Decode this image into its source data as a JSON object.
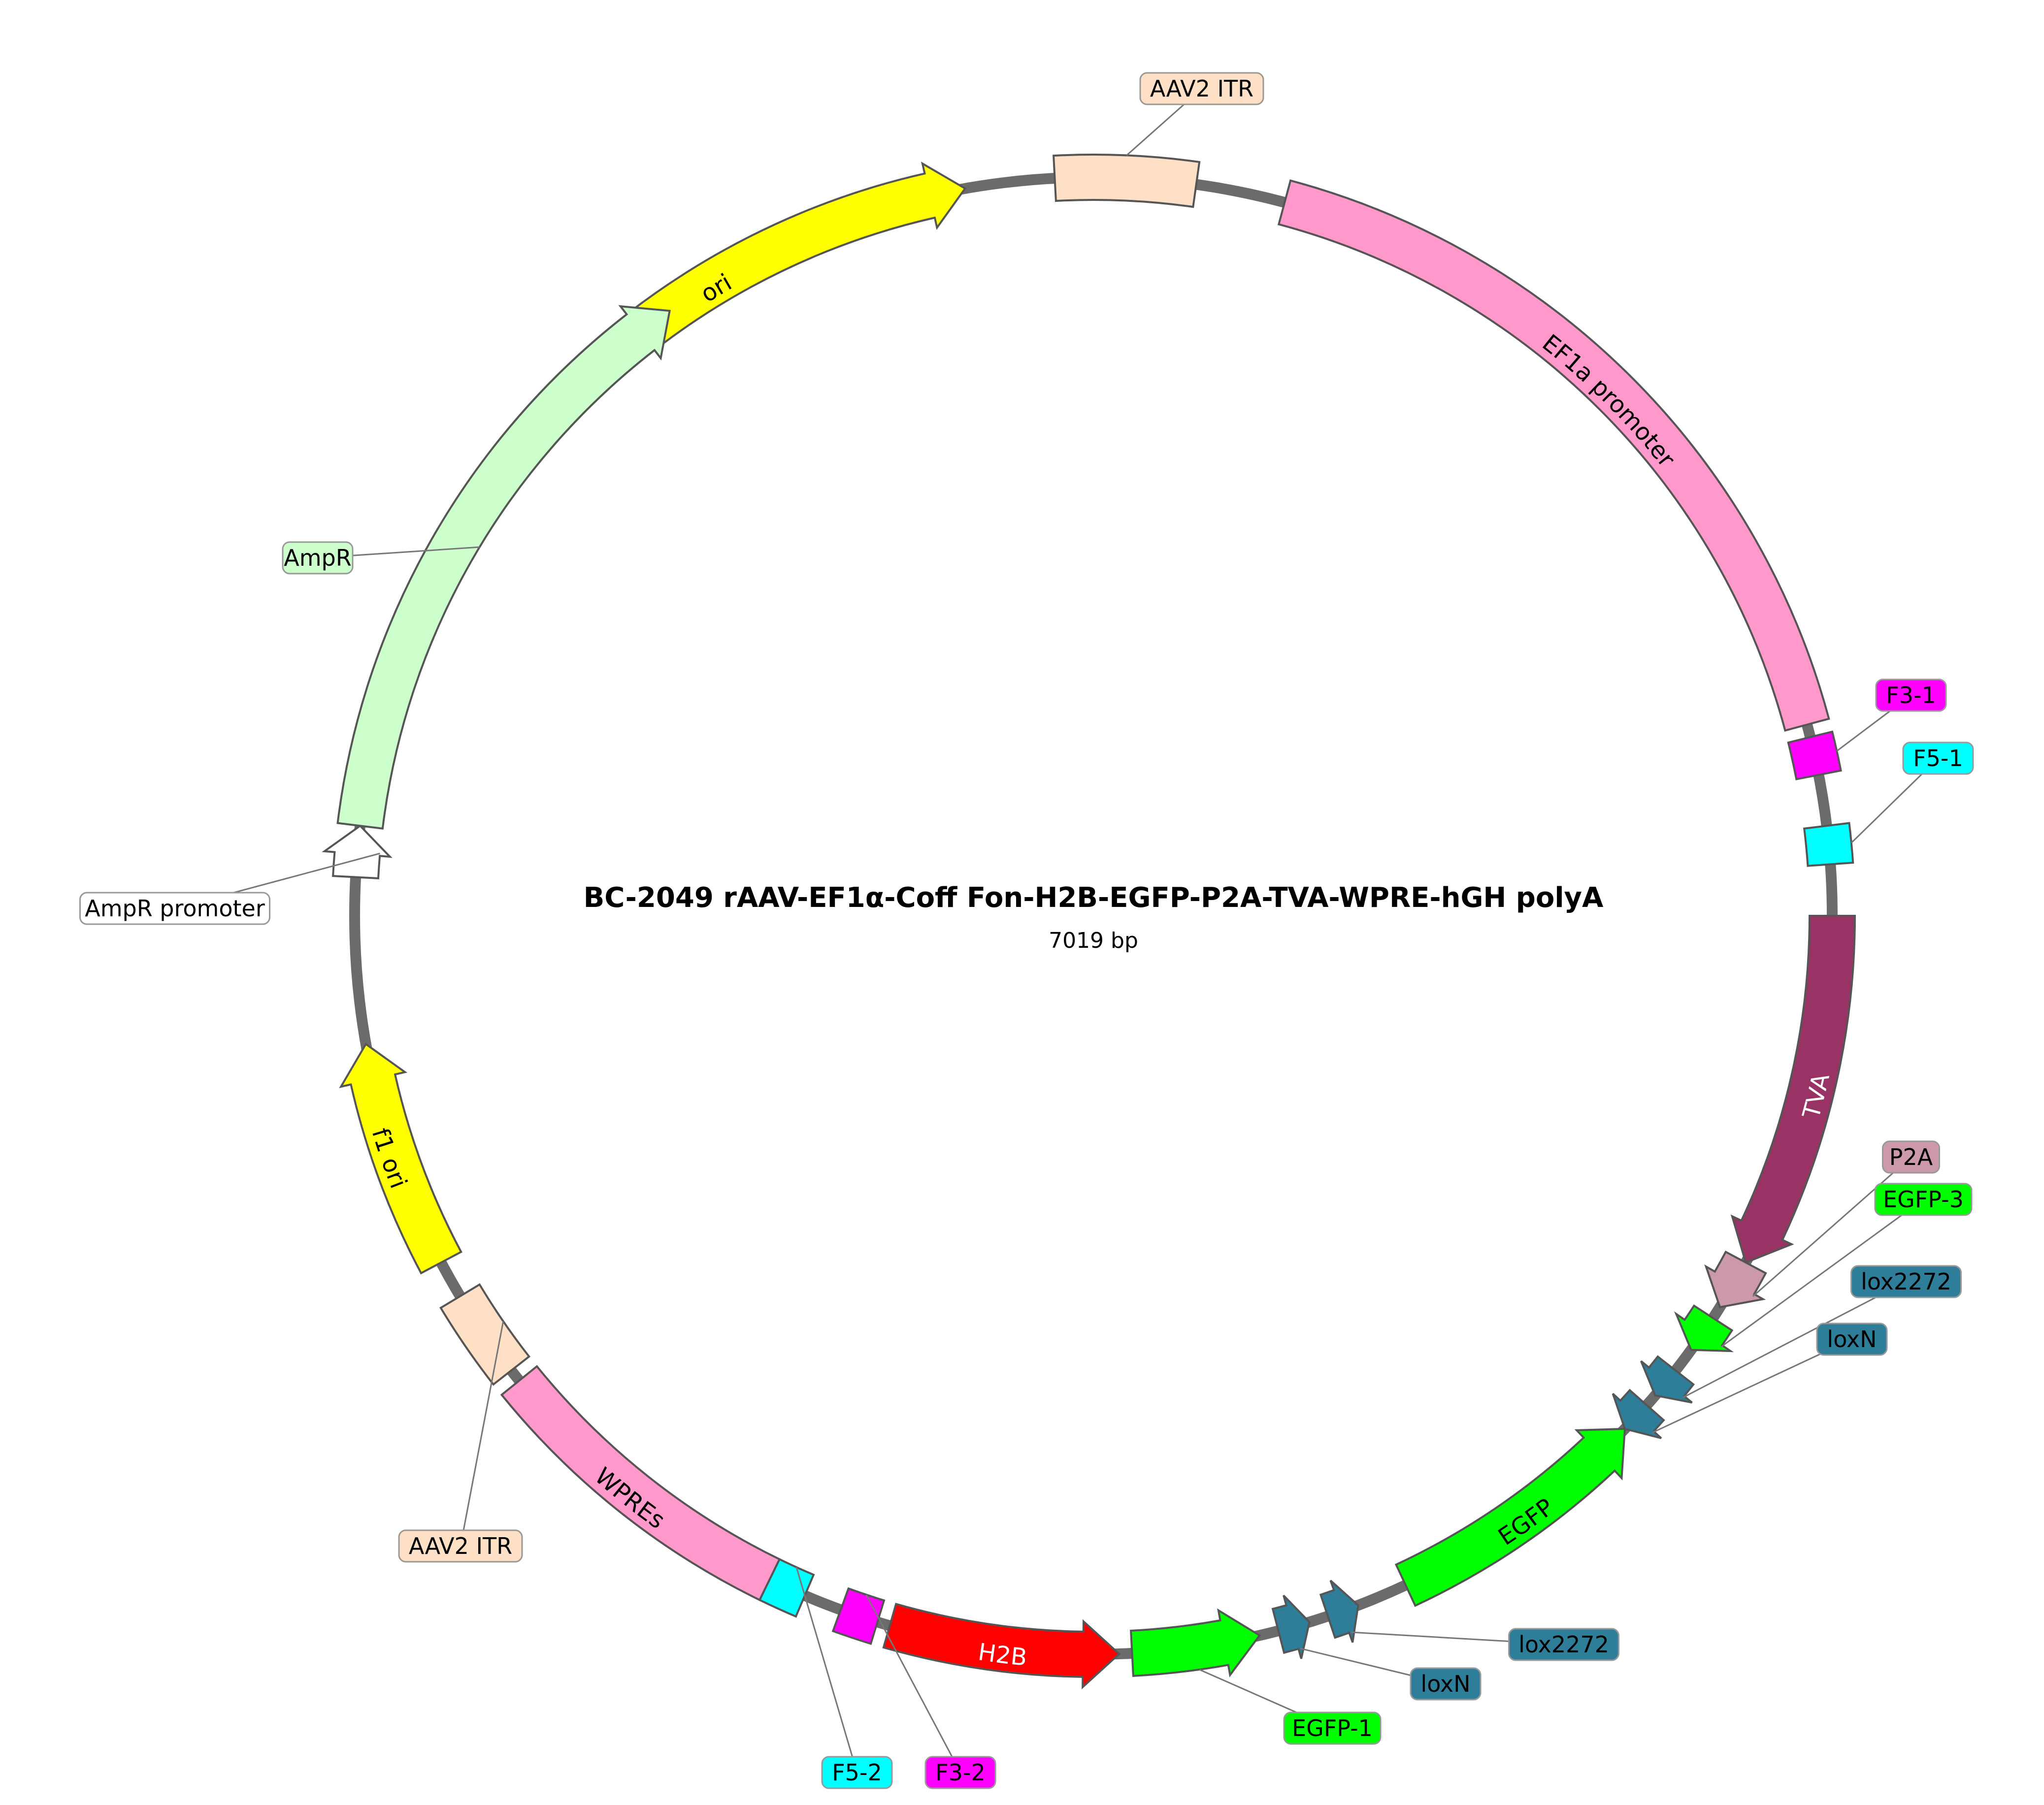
{
  "title": "BC-2049  rAAV-EF1α-Coff Fon-H2B-EGFP-P2A-TVA-WPRE-hGH polyA",
  "length_label": "7019 bp",
  "features": [
    {
      "id": "ori",
      "label": "ori",
      "start_deg": -52,
      "end_deg": -10,
      "dir": 1,
      "arrow": true,
      "fill": "#ffff00",
      "text": "#000000",
      "label_inside": true
    },
    {
      "id": "aav2-itr-top",
      "label": "AAV2 ITR",
      "start_deg": -3,
      "end_deg": 8,
      "dir": 0,
      "arrow": false,
      "fill": "#fde0c5",
      "text": "#000000",
      "label_inside": false
    },
    {
      "id": "ef1a-promoter",
      "label": "EF1a promoter",
      "start_deg": 15,
      "end_deg": 75,
      "dir": 1,
      "arrow": false,
      "fill": "#ff99cc",
      "text": "#000000",
      "label_inside": true
    },
    {
      "id": "f3-1",
      "label": "F3-1",
      "start_deg": 76,
      "end_deg": 79,
      "dir": 0,
      "arrow": false,
      "fill": "#ff00ff",
      "text": "#000000",
      "label_inside": false
    },
    {
      "id": "f5-1",
      "label": "F5-1",
      "start_deg": 83,
      "end_deg": 86,
      "dir": 0,
      "arrow": false,
      "fill": "#00ffff",
      "text": "#000000",
      "label_inside": false
    },
    {
      "id": "tva",
      "label": "TVA",
      "start_deg": 90,
      "end_deg": 118,
      "dir": 1,
      "arrow": true,
      "fill": "#993366",
      "text": "#ffffff",
      "label_inside": true
    },
    {
      "id": "p2a",
      "label": "P2A",
      "start_deg": 118,
      "end_deg": 122,
      "dir": 1,
      "arrow": true,
      "fill": "#cc99aa",
      "text": "#000000",
      "label_inside": false
    },
    {
      "id": "egfp-3",
      "label": "EGFP-3",
      "start_deg": 123,
      "end_deg": 126,
      "dir": 1,
      "arrow": true,
      "fill": "#00ff00",
      "text": "#000000",
      "label_inside": false
    },
    {
      "id": "lox2272-a",
      "label": "lox2272",
      "start_deg": 128,
      "end_deg": 130.5,
      "dir": 1,
      "arrow": true,
      "fill": "#2e7d99",
      "text": "#000000",
      "label_inside": false
    },
    {
      "id": "loxn-a",
      "label": "loxN",
      "start_deg": 131.5,
      "end_deg": 134,
      "dir": 1,
      "arrow": true,
      "fill": "#2e7d99",
      "text": "#000000",
      "label_inside": false
    },
    {
      "id": "egfp",
      "label": "EGFP",
      "start_deg": 134,
      "end_deg": 155,
      "dir": -1,
      "arrow": true,
      "fill": "#00ff00",
      "text": "#000000",
      "label_inside": true
    },
    {
      "id": "lox2272-b",
      "label": "lox2272",
      "start_deg": 159,
      "end_deg": 161.5,
      "dir": -1,
      "arrow": true,
      "fill": "#2e7d99",
      "text": "#000000",
      "label_inside": false
    },
    {
      "id": "loxn-b",
      "label": "loxN",
      "start_deg": 163,
      "end_deg": 165.5,
      "dir": -1,
      "arrow": true,
      "fill": "#2e7d99",
      "text": "#000000",
      "label_inside": false
    },
    {
      "id": "egfp-1",
      "label": "EGFP-1",
      "start_deg": 167,
      "end_deg": 177,
      "dir": -1,
      "arrow": true,
      "fill": "#00ff00",
      "text": "#000000",
      "label_inside": false
    },
    {
      "id": "h2b",
      "label": "H2B",
      "start_deg": 178,
      "end_deg": 196,
      "dir": -1,
      "arrow": true,
      "fill": "#ff0000",
      "text": "#ffffff",
      "label_inside": true
    },
    {
      "id": "f3-2",
      "label": "F3-2",
      "start_deg": 197,
      "end_deg": 200,
      "dir": 0,
      "arrow": false,
      "fill": "#ff00ff",
      "text": "#000000",
      "label_inside": false
    },
    {
      "id": "f5-2",
      "label": "F5-2",
      "start_deg": 203,
      "end_deg": 206,
      "dir": 0,
      "arrow": false,
      "fill": "#00ffff",
      "text": "#000000",
      "label_inside": false
    },
    {
      "id": "wpres",
      "label": "WPREs",
      "start_deg": 206,
      "end_deg": 231,
      "dir": 0,
      "arrow": false,
      "fill": "#ff99cc",
      "text": "#000000",
      "label_inside": true
    },
    {
      "id": "aav2-itr-bottom",
      "label": "AAV2 ITR",
      "start_deg": 232,
      "end_deg": 239,
      "dir": 0,
      "arrow": false,
      "fill": "#fde0c5",
      "text": "#000000",
      "label_inside": false
    },
    {
      "id": "f1-ori",
      "label": "f1 ori",
      "start_deg": 242,
      "end_deg": 260,
      "dir": 1,
      "arrow": true,
      "fill": "#ffff00",
      "text": "#000000",
      "label_inside": true
    },
    {
      "id": "ampr-promoter",
      "label": "AmpR promoter",
      "start_deg": 273,
      "end_deg": 277,
      "dir": 1,
      "arrow": true,
      "fill": "#ffffff",
      "text": "#000000",
      "label_inside": false
    },
    {
      "id": "ampr",
      "label": "AmpR",
      "start_deg": 277,
      "end_deg": 325,
      "dir": 1,
      "arrow": true,
      "fill": "#ccffcc",
      "text": "#000000",
      "label_inside": false
    }
  ]
}
